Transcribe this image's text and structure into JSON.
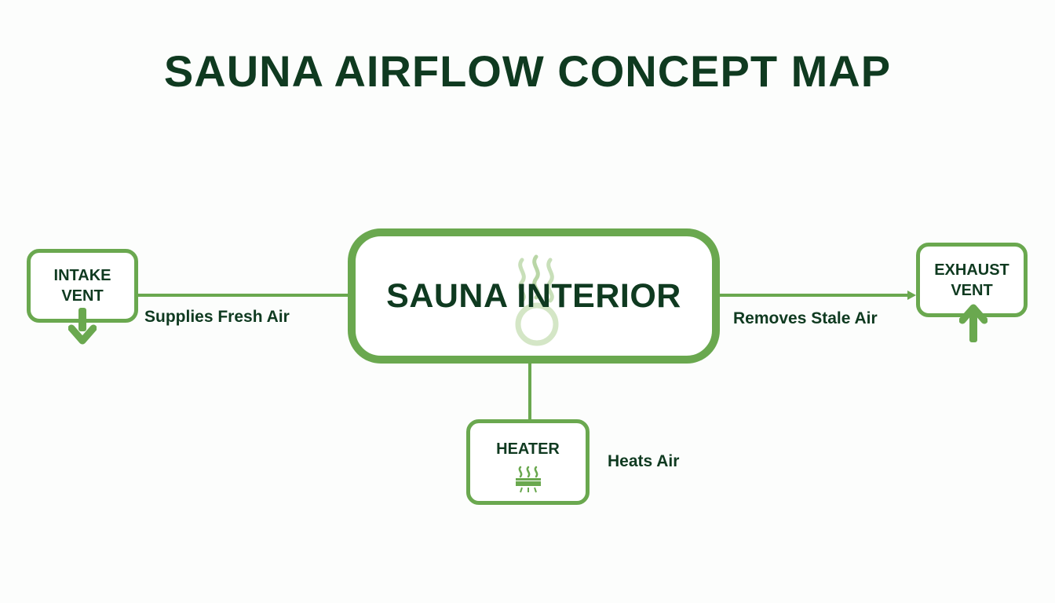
{
  "title": "SAUNA AIRFLOW CONCEPT MAP",
  "colors": {
    "accent": "#6aa84f",
    "text": "#0f3a20",
    "background": "#fcfdfc"
  },
  "nodes": {
    "intake": {
      "label_line1": "INTAKE",
      "label_line2": "VENT",
      "icon": "arrow-down-icon"
    },
    "interior": {
      "label": "SAUNA INTERIOR",
      "icon": "steam-icon"
    },
    "exhaust": {
      "label_line1": "EXHAUST",
      "label_line2": "VENT",
      "icon": "arrow-up-icon"
    },
    "heater": {
      "label": "HEATER",
      "icon": "heater-icon"
    }
  },
  "edges": {
    "intake_to_interior": "Supplies Fresh Air",
    "interior_to_exhaust": "Removes Stale Air",
    "heater_to_interior": "Heats Air"
  }
}
